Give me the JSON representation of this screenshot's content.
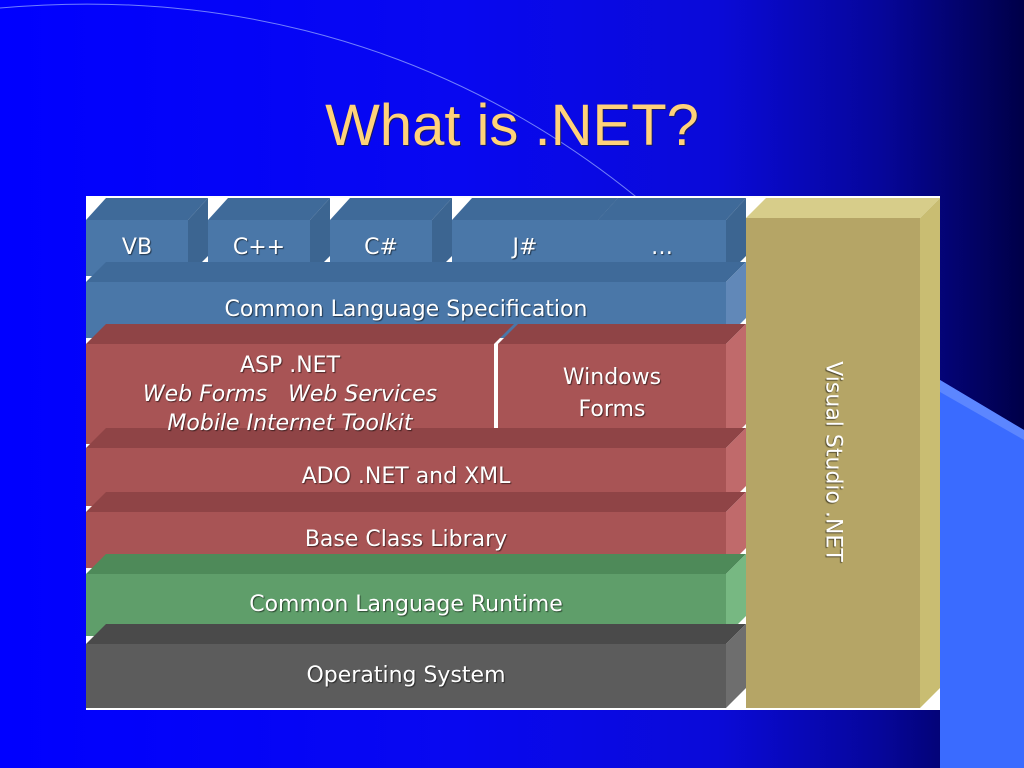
{
  "slide": {
    "title": "What is .NET?"
  },
  "diagram": {
    "languages": [
      "VB",
      "C++",
      "C#",
      "J#",
      "…"
    ],
    "cls": "Common Language Specification",
    "asp": {
      "title": "ASP .NET",
      "line2": "Web Forms   Web Services",
      "line3": "Mobile Internet Toolkit"
    },
    "winforms": {
      "line1": "Windows",
      "line2": "Forms"
    },
    "ado": "ADO .NET and XML",
    "bcl": "Base Class Library",
    "clr": "Common Language Runtime",
    "os": "Operating System",
    "vs": "Visual Studio .NET"
  },
  "colors": {
    "title": "#ffd27a",
    "language_blue": "#4a77a8",
    "library_red": "#a85455",
    "runtime_green": "#5f9e6a",
    "os_gray": "#5c5c5c",
    "vs_tan": "#b5a566"
  }
}
